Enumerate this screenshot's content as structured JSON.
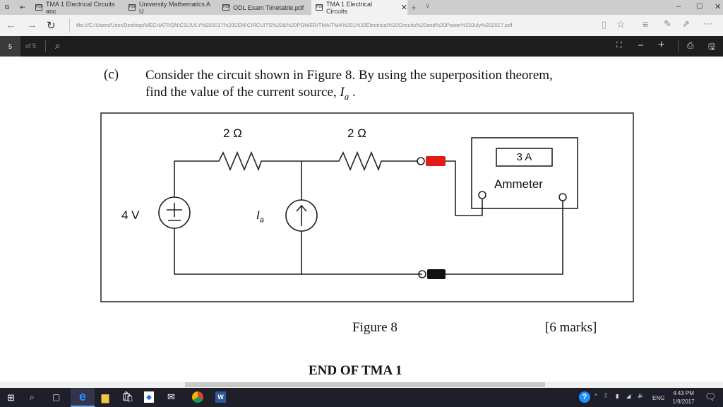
{
  "browser": {
    "tabs": [
      {
        "label": "TMA 1 Electrical Circuits anc"
      },
      {
        "label": "University Mathematics A U"
      },
      {
        "label": "ODL Exam Timetable.pdf"
      },
      {
        "label": "TMA 1 Electrical Circuits",
        "active": true
      }
    ],
    "url": "file:///C:/Users/User/Desktop/MECHATRONICS/JULY%202017%20SEM/CIRCUITS%20&%20POWER/TMA/TMA%201%20Electrical%20Circuits%20and%20Power%20July%202017.pdf"
  },
  "pdf": {
    "page_current": "5",
    "page_total": "of 5"
  },
  "document": {
    "part": "(c)",
    "question_line1": "Consider the circuit shown in Figure 8. By using the superposition theorem,",
    "question_line2": "find the value of the current source, ",
    "question_var": "I",
    "question_sub": "a",
    "question_end": " .",
    "figure_caption": "Figure 8",
    "marks": "[6 marks]",
    "end_text": "END OF TMA 1",
    "circuit": {
      "r1": "2 Ω",
      "r2": "2 Ω",
      "voltage": "4 V",
      "current_label": "I",
      "current_sub": "a",
      "ammeter_reading": "3 A",
      "ammeter_label": "Ammeter"
    }
  },
  "taskbar": {
    "time": "4:43 PM",
    "date": "1/9/2017",
    "lang": "ENG"
  }
}
